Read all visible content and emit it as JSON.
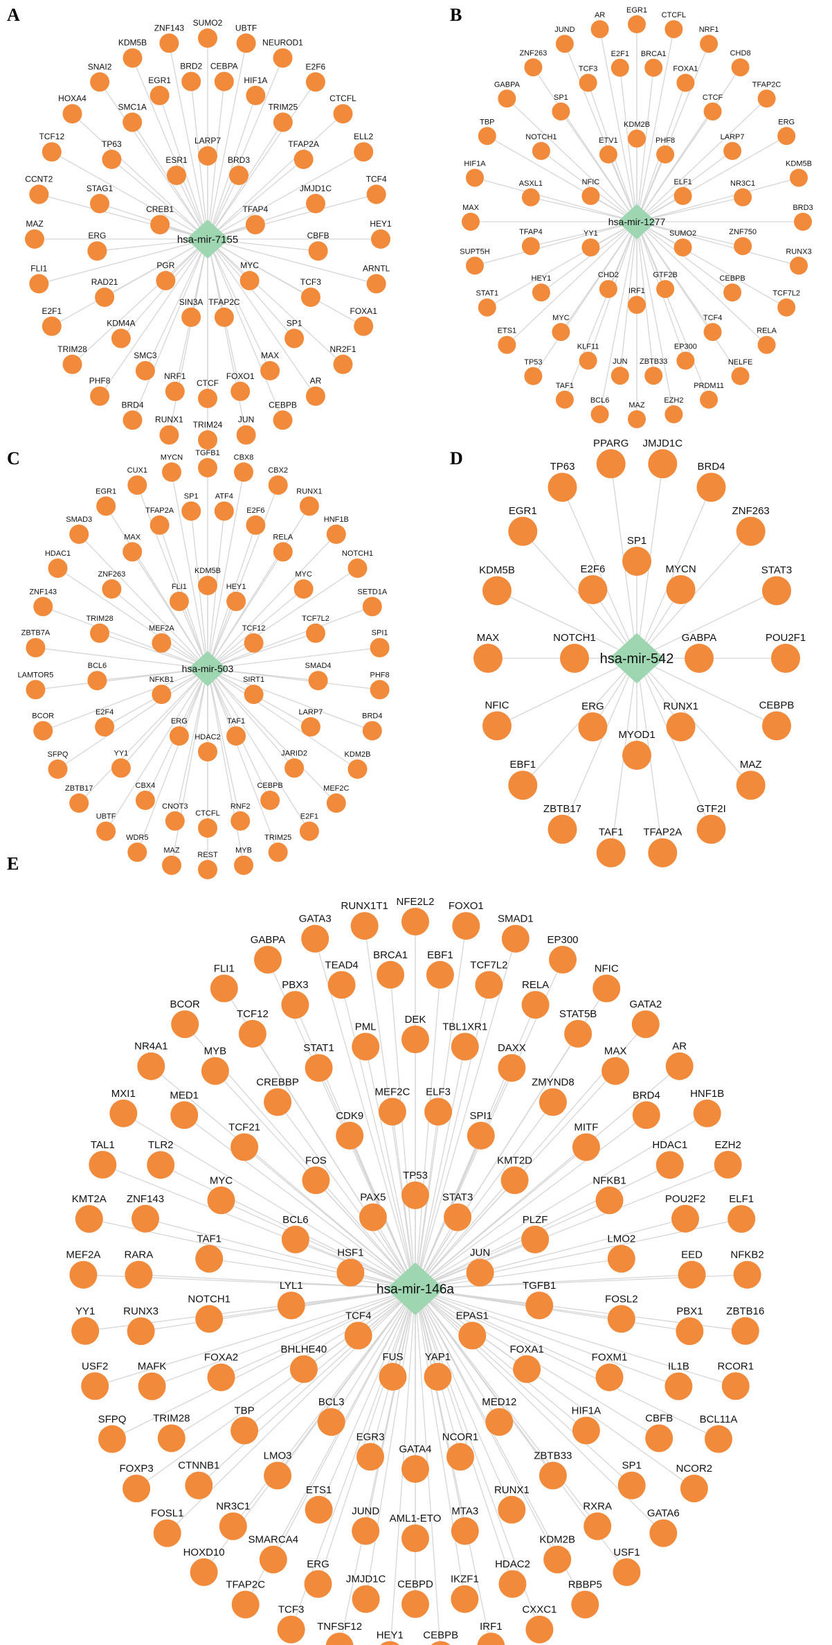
{
  "colors": {
    "node": "#f28a3c",
    "hub": "#9fd6b2",
    "edge": "#d6d6d6"
  },
  "panels": [
    {
      "letter": "A",
      "hub": "hsa-mir-7155",
      "targets": [
        "LARP7",
        "BRD3",
        "TFAP4",
        "MYC",
        "TFAP2C",
        "SIN3A",
        "PGR",
        "CREB1",
        "ESR1",
        "CEBPA",
        "HIF1A",
        "TRIM25",
        "TFAP2A",
        "JMJD1C",
        "CBFB",
        "TCF3",
        "SP1",
        "MAX",
        "FOXO1",
        "CTCF",
        "NRF1",
        "SMC3",
        "KDM4A",
        "RAD21",
        "ERG",
        "STAG1",
        "TP63",
        "SMC1A",
        "EGR1",
        "BRD2",
        "SUMO2",
        "UBTF",
        "NEUROD1",
        "E2F6",
        "CTCFL",
        "ELL2",
        "TCF4",
        "HEY1",
        "ARNTL",
        "FOXA1",
        "NR2F1",
        "AR",
        "CEBPB",
        "JUN",
        "TRIM24",
        "RUNX1",
        "BRD4",
        "PHF8",
        "TRIM28",
        "E2F1",
        "FLI1",
        "MAZ",
        "CCNT2",
        "TCF12",
        "HOXA4",
        "SNAI2",
        "KDM5B",
        "ZNF143"
      ]
    },
    {
      "letter": "B",
      "hub": "hsa-mir-1277",
      "targets": [
        "KDM2B",
        "PHF8",
        "ELF1",
        "SUMO2",
        "GTF2B",
        "IRF1",
        "CHD2",
        "YY1",
        "NFIC",
        "ETV1",
        "BRCA1",
        "FOXA1",
        "CTCF",
        "LARP7",
        "NR3C1",
        "ZNF750",
        "CEBPB",
        "TCF4",
        "EP300",
        "ZBTB33",
        "JUN",
        "KLF11",
        "MYC",
        "HEY1",
        "TFAP4",
        "ASXL1",
        "NOTCH1",
        "SP1",
        "TCF3",
        "E2F1",
        "EGR1",
        "CTCFL",
        "NRF1",
        "CHD8",
        "TFAP2C",
        "ERG",
        "KDM5B",
        "BRD3",
        "RUNX3",
        "TCF7L2",
        "RELA",
        "NELFE",
        "PRDM11",
        "EZH2",
        "MAZ",
        "BCL6",
        "TAF1",
        "TP53",
        "ETS1",
        "STAT1",
        "SUPT5H",
        "MAX",
        "HIF1A",
        "TBP",
        "GABPA",
        "ZNF263",
        "JUND",
        "AR"
      ]
    },
    {
      "letter": "C",
      "hub": "hsa-mir-503",
      "targets": [
        "KDM5B",
        "HEY1",
        "TCF12",
        "SIRT1",
        "TAF1",
        "HDAC2",
        "ERG",
        "NFKB1",
        "MEF2A",
        "FLI1",
        "ATF4",
        "E2F6",
        "RELA",
        "MYC",
        "TCF7L2",
        "SMAD4",
        "LARP7",
        "JARID2",
        "CEBPB",
        "RNF2",
        "CTCFL",
        "CNOT3",
        "CBX4",
        "YY1",
        "E2F4",
        "BCL6",
        "TRIM28",
        "ZNF263",
        "MAX",
        "TFAP2A",
        "SP1",
        "TGFB1",
        "CBX8",
        "CBX2",
        "RUNX1",
        "HNF1B",
        "NOTCH1",
        "SETD1A",
        "SPI1",
        "PHF8",
        "BRD4",
        "KDM2B",
        "MEF2C",
        "E2F1",
        "TRIM25",
        "MYB",
        "REST",
        "MAZ",
        "WDR5",
        "UBTF",
        "ZBTB17",
        "SFPQ",
        "BCOR",
        "LAMTOR5",
        "ZBTB7A",
        "ZNF143",
        "HDAC1",
        "SMAD3",
        "EGR1",
        "CUX1",
        "MYCN"
      ]
    },
    {
      "letter": "D",
      "hub": "hsa-mir-542",
      "targets": [
        "SP1",
        "MYCN",
        "GABPA",
        "RUNX1",
        "MYOD1",
        "ERG",
        "NOTCH1",
        "E2F6",
        "JMJD1C",
        "BRD4",
        "ZNF263",
        "STAT3",
        "POU2F1",
        "CEBPB",
        "MAZ",
        "GTF2I",
        "TFAP2A",
        "TAF1",
        "ZBTB17",
        "EBF1",
        "NFIC",
        "MAX",
        "KDM5B",
        "EGR1",
        "TP63",
        "PPARG"
      ]
    },
    {
      "letter": "E",
      "hub": "hsa-mir-146a",
      "targets": [
        "TP53",
        "STAT3",
        "JUN",
        "EPAS1",
        "YAP1",
        "FUS",
        "TCF4",
        "HSF1",
        "PAX5",
        "ELF3",
        "SPI1",
        "KMT2D",
        "PLZF",
        "TGFB1",
        "FOXA1",
        "MED12",
        "NCOR1",
        "GATA4",
        "EGR3",
        "BCL3",
        "BHLHE40",
        "LYL1",
        "BCL6",
        "FOS",
        "CDK9",
        "MEF2C",
        "DEK",
        "TBL1XR1",
        "DAXX",
        "ZMYND8",
        "MITF",
        "NFKB1",
        "LMO2",
        "FOSL2",
        "FOXM1",
        "HIF1A",
        "ZBTB33",
        "RUNX1",
        "MTA3",
        "AML1-ETO",
        "JUND",
        "ETS1",
        "LMO3",
        "TBP",
        "FOXA2",
        "NOTCH1",
        "TAF1",
        "MYC",
        "TCF21",
        "CREBBP",
        "STAT1",
        "PML",
        "EBF1",
        "TCF7L2",
        "RELA",
        "STAT5B",
        "MAX",
        "BRD4",
        "HDAC1",
        "POU2F2",
        "EED",
        "PBX1",
        "IL1B",
        "CBFB",
        "SP1",
        "RXRA",
        "KDM2B",
        "HDAC2",
        "IKZF1",
        "CEBPD",
        "JMJD1C",
        "ERG",
        "SMARCA4",
        "NR3C1",
        "CTNNB1",
        "TRIM28",
        "MAFK",
        "RUNX3",
        "RARA",
        "ZNF143",
        "TLR2",
        "MED1",
        "MYB",
        "TCF12",
        "PBX3",
        "TEAD4",
        "BRCA1",
        "NFE2L2",
        "FOXO1",
        "SMAD1",
        "EP300",
        "NFIC",
        "GATA2",
        "AR",
        "HNF1B",
        "EZH2",
        "ELF1",
        "NFKB2",
        "ZBTB16",
        "RCOR1",
        "BCL11A",
        "NCOR2",
        "GATA6",
        "USF1",
        "RBBP5",
        "CXXC1",
        "IRF1",
        "CEBPB",
        "HEY1",
        "TNFSF12",
        "TCF3",
        "TFAP2C",
        "HOXD10",
        "FOSL1",
        "FOXP3",
        "SFPQ",
        "USF2",
        "YY1",
        "MEF2A",
        "KMT2A",
        "TAL1",
        "MXI1",
        "NR4A1",
        "BCOR",
        "FLI1",
        "GABPA",
        "GATA3",
        "RUNX1T1"
      ]
    }
  ]
}
